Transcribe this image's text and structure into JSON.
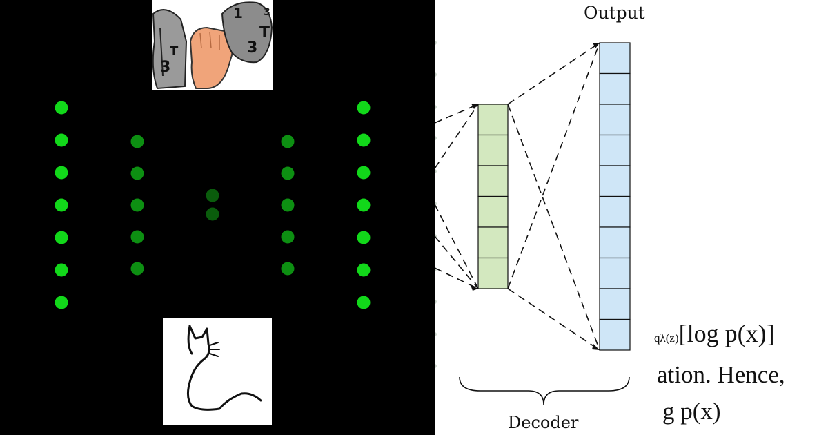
{
  "diagram": {
    "left_panel": {
      "background": "#000000",
      "node_colors": {
        "bright": "#12d81a",
        "mid": "#0d8f12",
        "dark": "#0a5c0c"
      },
      "layers": [
        {
          "name": "input",
          "nodes": 7
        },
        {
          "name": "hidden-1",
          "nodes": 5
        },
        {
          "name": "bottleneck",
          "nodes": 2
        },
        {
          "name": "hidden-2",
          "nodes": 5
        },
        {
          "name": "output",
          "nodes": 7
        }
      ],
      "top_image": "fist-crushing-digit-papers",
      "bottom_image": "cat-line-drawing"
    },
    "right_panel": {
      "output_label": "Output",
      "decoder_label": "Decoder",
      "latent_cells": 6,
      "output_cells": 10,
      "latent_color": "#d3e8bf",
      "output_color": "#cfe6f7",
      "math_line_1_sub": "qλ(z)",
      "math_line_1_main": "[log p(x)]",
      "math_line_2": "ation. Hence,",
      "math_line_3": "g p(x)"
    }
  }
}
